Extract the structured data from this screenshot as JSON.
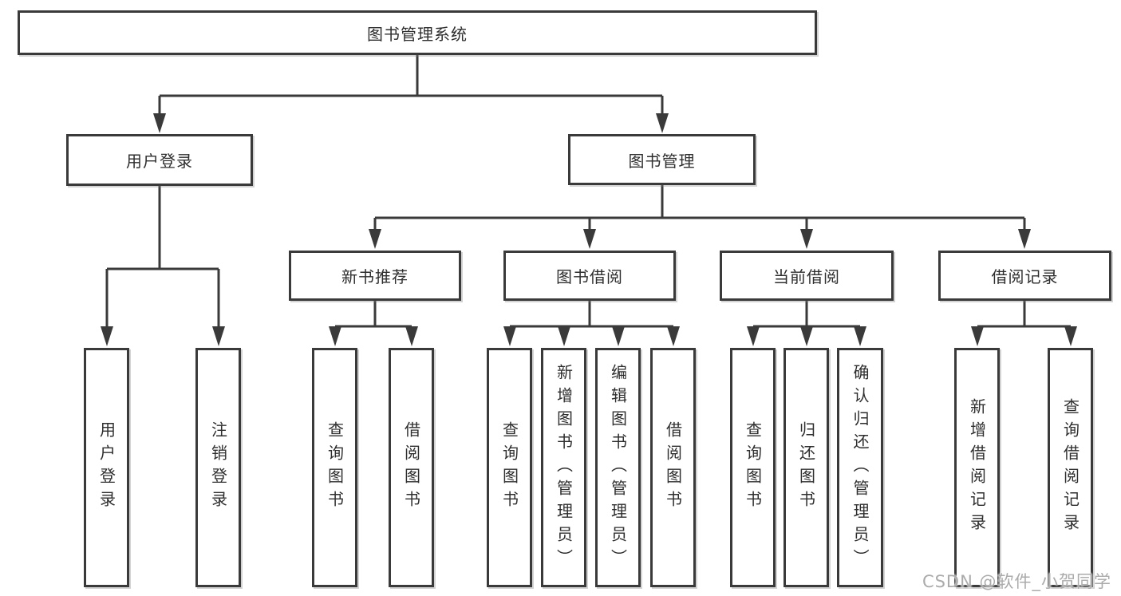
{
  "diagram": {
    "root": {
      "label": "图书管理系统"
    },
    "branches": [
      {
        "label": "用户登录",
        "children": [
          {
            "label": "用户登录"
          },
          {
            "label": "注销登录"
          }
        ]
      },
      {
        "label": "图书管理",
        "sections": [
          {
            "label": "新书推荐",
            "children": [
              {
                "label": "查询图书"
              },
              {
                "label": "借阅图书"
              }
            ]
          },
          {
            "label": "图书借阅",
            "children": [
              {
                "label": "查询图书"
              },
              {
                "label": "新增图书（管理员）"
              },
              {
                "label": "编辑图书（管理员）"
              },
              {
                "label": "借阅图书"
              }
            ]
          },
          {
            "label": "当前借阅",
            "children": [
              {
                "label": "查询图书"
              },
              {
                "label": "归还图书"
              },
              {
                "label": "确认归还（管理员）"
              }
            ]
          },
          {
            "label": "借阅记录",
            "children": [
              {
                "label": "新增借阅记录"
              },
              {
                "label": "查询借阅记录"
              }
            ]
          }
        ]
      }
    ],
    "watermark": "CSDN @软件_小贺同学"
  },
  "colors": {
    "line": "#3a3a3a",
    "text": "#2e2e2e",
    "watermark": "#ababab",
    "background": "#ffffff"
  }
}
